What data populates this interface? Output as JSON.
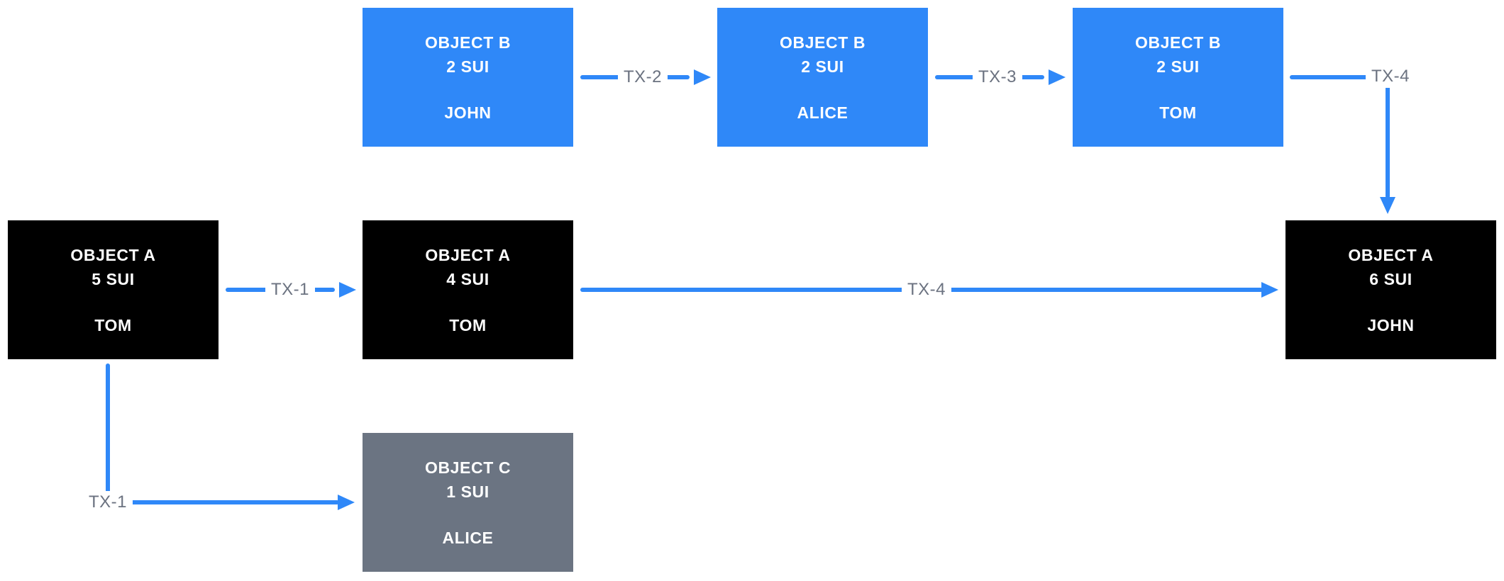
{
  "diagram": {
    "description": "Sui object ownership flow diagram",
    "colors": {
      "object_b_fill": "#2f88f8",
      "object_a_fill": "#000000",
      "object_c_fill": "#6b7482",
      "arrow": "#2f88f8",
      "tx_label_text": "#6b7280",
      "node_text": "#ffffff",
      "background": "#ffffff"
    },
    "nodes": {
      "b_john": {
        "title": "OBJECT B",
        "amount": "2 SUI",
        "owner": "JOHN"
      },
      "b_alice": {
        "title": "OBJECT B",
        "amount": "2 SUI",
        "owner": "ALICE"
      },
      "b_tom": {
        "title": "OBJECT B",
        "amount": "2 SUI",
        "owner": "TOM"
      },
      "a_tom5": {
        "title": "OBJECT A",
        "amount": "5 SUI",
        "owner": "TOM"
      },
      "a_tom4": {
        "title": "OBJECT A",
        "amount": "4 SUI",
        "owner": "TOM"
      },
      "a_john6": {
        "title": "OBJECT A",
        "amount": "6 SUI",
        "owner": "JOHN"
      },
      "c_alice": {
        "title": "OBJECT C",
        "amount": "1 SUI",
        "owner": "ALICE"
      }
    },
    "transactions": {
      "tx1_mid": {
        "label": "TX-1"
      },
      "tx1_bottom": {
        "label": "TX-1"
      },
      "tx2": {
        "label": "TX-2"
      },
      "tx3": {
        "label": "TX-3"
      },
      "tx4_top": {
        "label": "TX-4"
      },
      "tx4_mid": {
        "label": "TX-4"
      }
    }
  }
}
